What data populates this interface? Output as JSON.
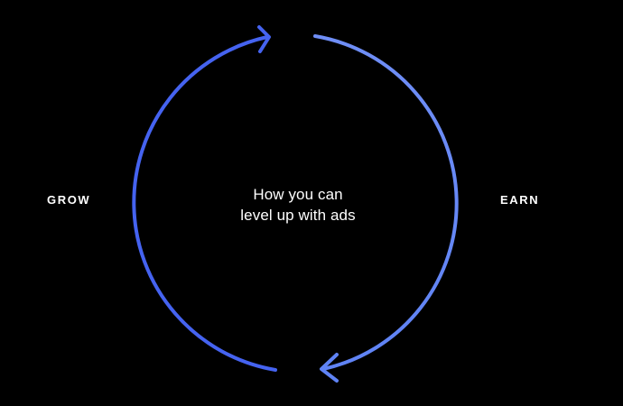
{
  "diagram": {
    "center_line1": "How you can",
    "center_line2": "level up with ads",
    "left_label": "GROW",
    "right_label": "EARN"
  },
  "colors": {
    "background": "#000000",
    "left_arc": "#4563f0",
    "right_arc_top": "#6f8ef6",
    "right_arc_bottom": "#5f83f5",
    "text": "#ffffff"
  }
}
